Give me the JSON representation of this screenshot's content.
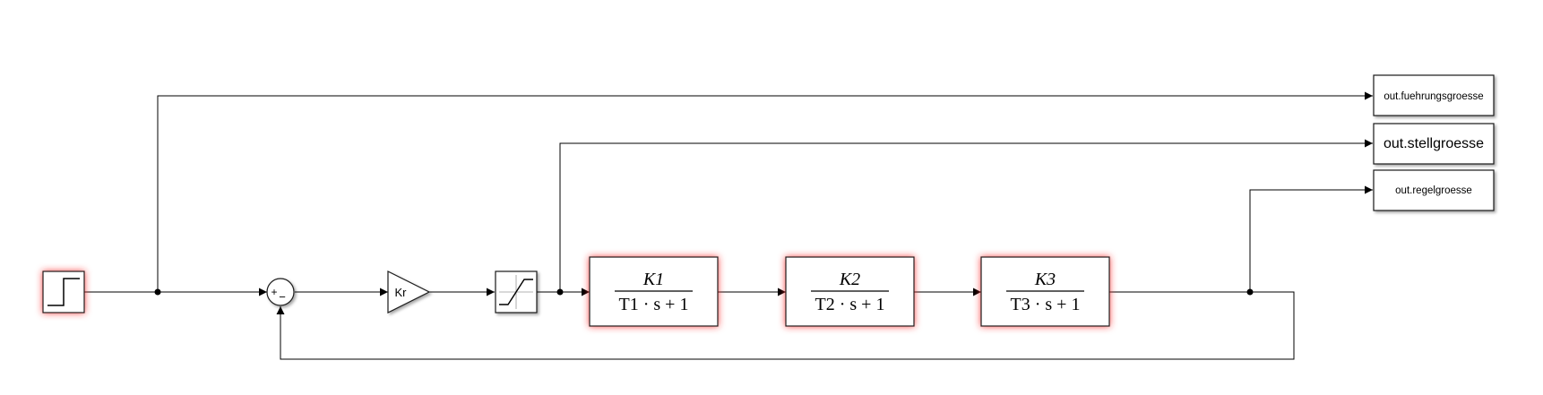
{
  "diagram": {
    "blocks": {
      "step": {
        "kind": "step-source"
      },
      "sum": {
        "plus_sign": "+",
        "minus_sign": "−"
      },
      "gain": {
        "label": "Kr"
      },
      "saturation": {
        "kind": "saturation"
      },
      "tf1": {
        "numerator": "K1",
        "denominator": "T1 · s + 1"
      },
      "tf2": {
        "numerator": "K2",
        "denominator": "T2 · s + 1"
      },
      "tf3": {
        "numerator": "K3",
        "denominator": "T3 · s + 1"
      }
    },
    "outports": {
      "fuehrungsgroesse": "out.fuehrungsgroesse",
      "stellgroesse": "out.stellgroesse",
      "regelgroesse": "out.regelgroesse"
    },
    "colors": {
      "line": "#000000",
      "block_border": "#1a1a1a",
      "highlight": "#ff2a2a"
    }
  }
}
